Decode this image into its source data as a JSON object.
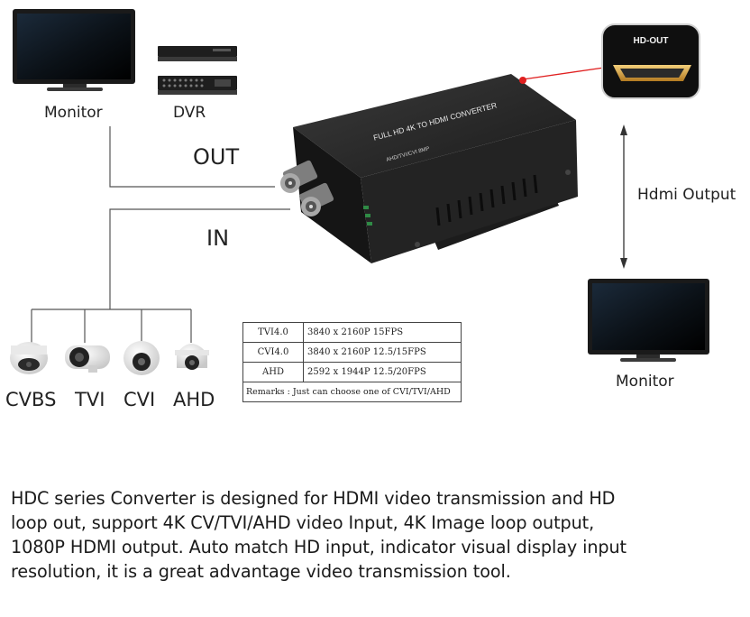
{
  "labels": {
    "monitor_top": "Monitor",
    "dvr": "DVR",
    "out": "OUT",
    "in": "IN",
    "hdmi_output": "Hdmi Output",
    "monitor_right": "Monitor",
    "hd_out": "HD-OUT",
    "device_text_1": "FULL HD 4K TO HDMI CONVERTER",
    "device_text_2": "AHD/TVI/CVI 8MP"
  },
  "cameras": [
    {
      "label": "CVBS"
    },
    {
      "label": "TVI"
    },
    {
      "label": "CVI"
    },
    {
      "label": "AHD"
    }
  ],
  "spec_table": {
    "rows": [
      {
        "format": "TVI4.0",
        "value": "3840 x 2160P 15FPS"
      },
      {
        "format": "CVI4.0",
        "value": "3840 x 2160P 12.5/15FPS"
      },
      {
        "format": "AHD",
        "value": "2592 x 1944P 12.5/20FPS"
      }
    ],
    "remarks": "Remarks : Just can choose one of CVI/TVI/AHD"
  },
  "description": {
    "lines": [
      "HDC series Converter is designed for HDMI video transmission and HD",
      "loop out, support 4K CV/TVI/AHD video Input, 4K Image loop output,",
      "1080P HDMI output.  Auto match HD input, indicator visual display input",
      "resolution, it is a great advantage video transmission tool."
    ]
  },
  "colors": {
    "accent_red": "#e02020",
    "hdmi_gold": "#d9a441"
  }
}
